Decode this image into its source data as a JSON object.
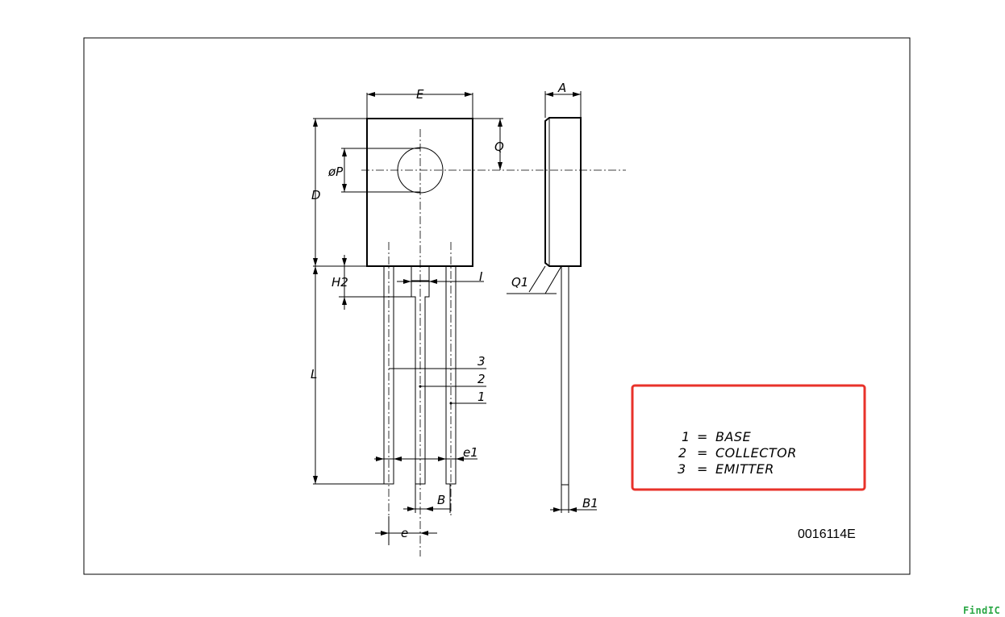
{
  "labels": {
    "E": "E",
    "A": "A",
    "Q": "Q",
    "P": "øP",
    "D": "D",
    "H2": "H2",
    "I": "I",
    "Q1": "Q1",
    "L": "L",
    "pin3": "3",
    "pin2": "2",
    "pin1": "1",
    "e1": "e1",
    "B": "B",
    "B1": "B1",
    "e": "e"
  },
  "legend": {
    "rows": [
      {
        "num": "1",
        "eq": "=",
        "name": "BASE"
      },
      {
        "num": "2",
        "eq": "=",
        "name": "COLLECTOR"
      },
      {
        "num": "3",
        "eq": "=",
        "name": "EMITTER"
      }
    ],
    "highlight_color": "#e8322a"
  },
  "drawing_code": "0016114E",
  "watermark": "FindIC",
  "colors": {
    "line": "#000000",
    "watermark": "#2aa745"
  }
}
